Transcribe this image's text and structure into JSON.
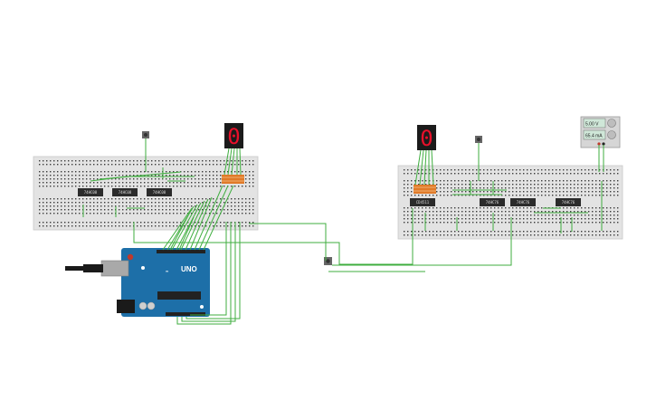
{
  "canvas": {
    "background": "#ffffff"
  },
  "colors": {
    "breadboard": "#e3e3e3",
    "breadboard_hole": "#3a3a3a",
    "wire": "#3fae3f",
    "chip": "#2b2b2b",
    "arduino": "#1d6fa8",
    "seven_segment": "#1b1b1b",
    "segment_lit": "#e8102a",
    "resistor": "#e07a28",
    "button": "#666666"
  },
  "left_board": {
    "chips": [
      "74HC08",
      "74HC08",
      "74HC08"
    ],
    "display_digit": "0"
  },
  "right_board": {
    "chips": [
      "CD4511",
      "74HC76",
      "74HC76",
      "74HC76"
    ],
    "display_digit": "0"
  },
  "multimeter": {
    "voltage": "5.00 V",
    "current": "65.4 mA"
  },
  "arduino": {
    "model": "UNO",
    "icons": [
      "usb-connector-icon",
      "power-jack-icon",
      "reset-button-icon"
    ]
  }
}
